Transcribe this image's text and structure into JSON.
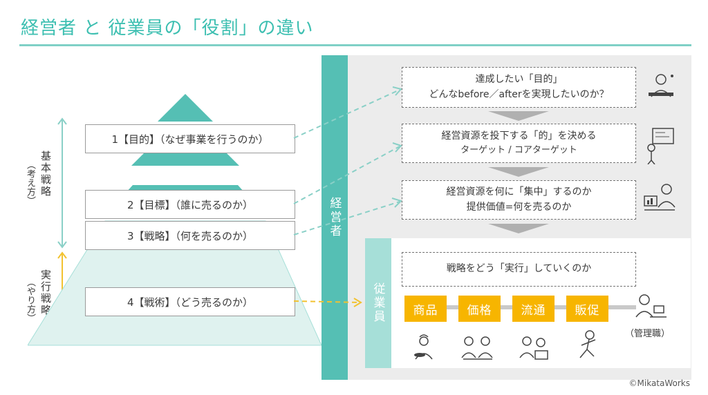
{
  "title": "経営者 と 従業員の「役割」の違い",
  "copyright": "©MikataWorks",
  "colors": {
    "teal": "#55bfb4",
    "light_teal": "#a6dfd8",
    "pale_teal": "#dff2ef",
    "yellow": "#f7b500",
    "gray_panel": "#ececec"
  },
  "roles": {
    "manager": "経営者",
    "employee": "従業員"
  },
  "side": {
    "basic_strategy": "基本戦略",
    "basic_strategy_note": "（考え方）",
    "execution_strategy": "実行戦略",
    "execution_strategy_note": "（やり方）"
  },
  "pyramid_labels": [
    "1【目的】（なぜ事業を行うのか）",
    "2【目標】（誰に売るのか）",
    "3【戦略】（何を売るのか）",
    "4【戦術】（どう売るのか）"
  ],
  "steps": [
    {
      "line1": "達成したい「目的」",
      "line2": "どんなbefore／afterを実現したいのか？",
      "icon": "thinking-person-icon"
    },
    {
      "line1": "経営資源を投下する「的」を決める",
      "line2": "ターゲット / コアターゲット",
      "icon": "target-board-icon"
    },
    {
      "line1": "経営資源を何に「集中」するのか",
      "line2": "提供価値=何を売るのか",
      "icon": "analysis-person-icon"
    }
  ],
  "execution": {
    "text": "戦略をどう「実行」していくのか"
  },
  "tags": [
    "商品",
    "価格",
    "流通",
    "販促"
  ],
  "management_label": "（管理職）"
}
